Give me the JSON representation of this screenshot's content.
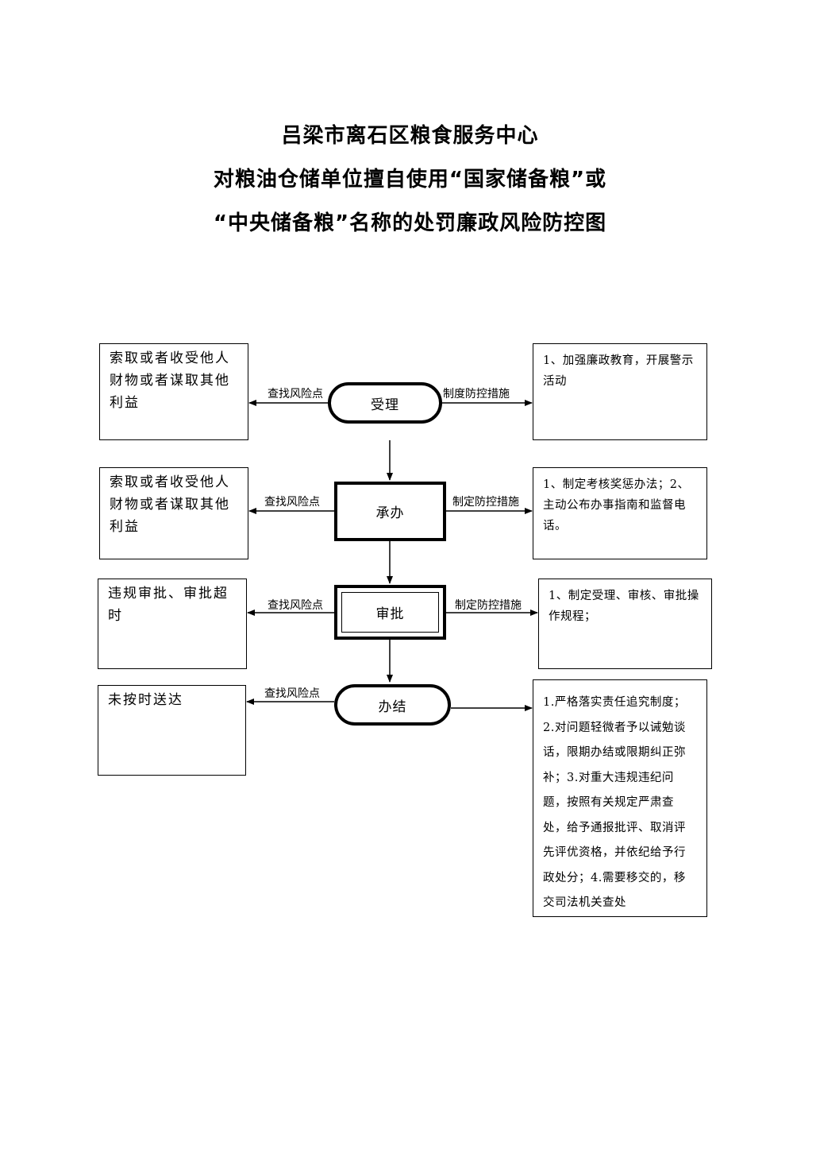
{
  "title": {
    "line1": "吕梁市离石区粮食服务中心",
    "line2": "对粮油仓储单位擅自使用“国家储备粮”或",
    "line3": "“中央储备粮”名称的处罚廉政风险防控图"
  },
  "edge_labels": {
    "find_risk": "查找风险点",
    "make_measures": "制度防控措施",
    "make_measures_alt": "制定防控措施"
  },
  "steps": [
    {
      "node": "受理",
      "risk": "索取或者收受他人财物或者谋取其他利益",
      "measure": "1、加强廉政教育，开展警示活动"
    },
    {
      "node": "承办",
      "risk": "索取或者收受他人财物或者谋取其他利益",
      "measure": "1、制定考核奖惩办法；2、主动公布办事指南和监督电话。"
    },
    {
      "node": "审批",
      "risk": "违规审批、审批超时",
      "measure": "1、制定受理、审核、审批操作规程；"
    },
    {
      "node": "办结",
      "risk": "未按时送达",
      "measure": "1.严格落实责任追究制度；2.对问题轻微者予以诫勉谈话，限期办结或限期纠正弥补；3.对重大违规违纪问题，按照有关规定严肃查处，给予通报批评、取消评先评优资格，并依纪给予行政处分；4.需要移交的，移交司法机关查处"
    }
  ]
}
